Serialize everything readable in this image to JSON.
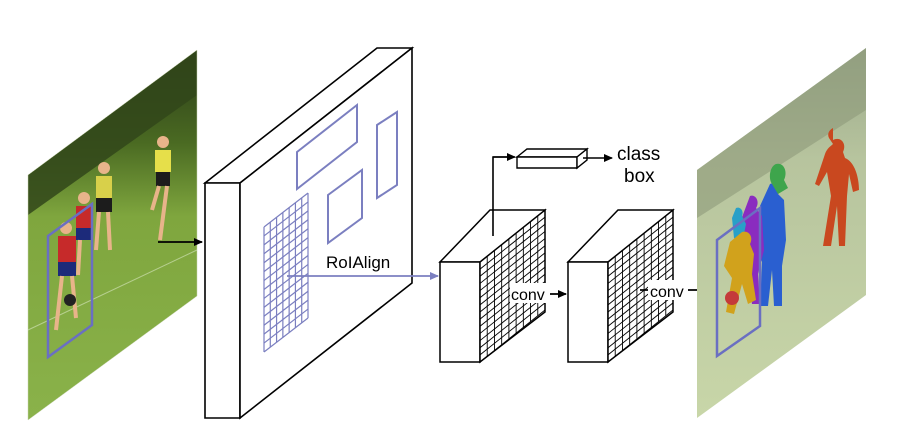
{
  "labels": {
    "roialign": "RoIAlign",
    "conv_1": "conv",
    "conv_2": "conv",
    "class": "class",
    "box": "box"
  },
  "colors": {
    "line": "#000000",
    "roi": "#7b7fc0",
    "box_outline": "#6a6fc2",
    "grass": "#6f9a3a",
    "mask_orange": "#c9481f",
    "mask_purple": "#8a2cbf",
    "mask_blue": "#2a5fd0",
    "mask_green": "#3ea54c",
    "mask_yellow": "#d1a21c",
    "mask_cyan": "#28a0c8",
    "mask_red": "#c43a3a"
  },
  "icons": {
    "input_image": "soccer-players-photo",
    "output_image": "instance-segmentation-masks-photo"
  }
}
